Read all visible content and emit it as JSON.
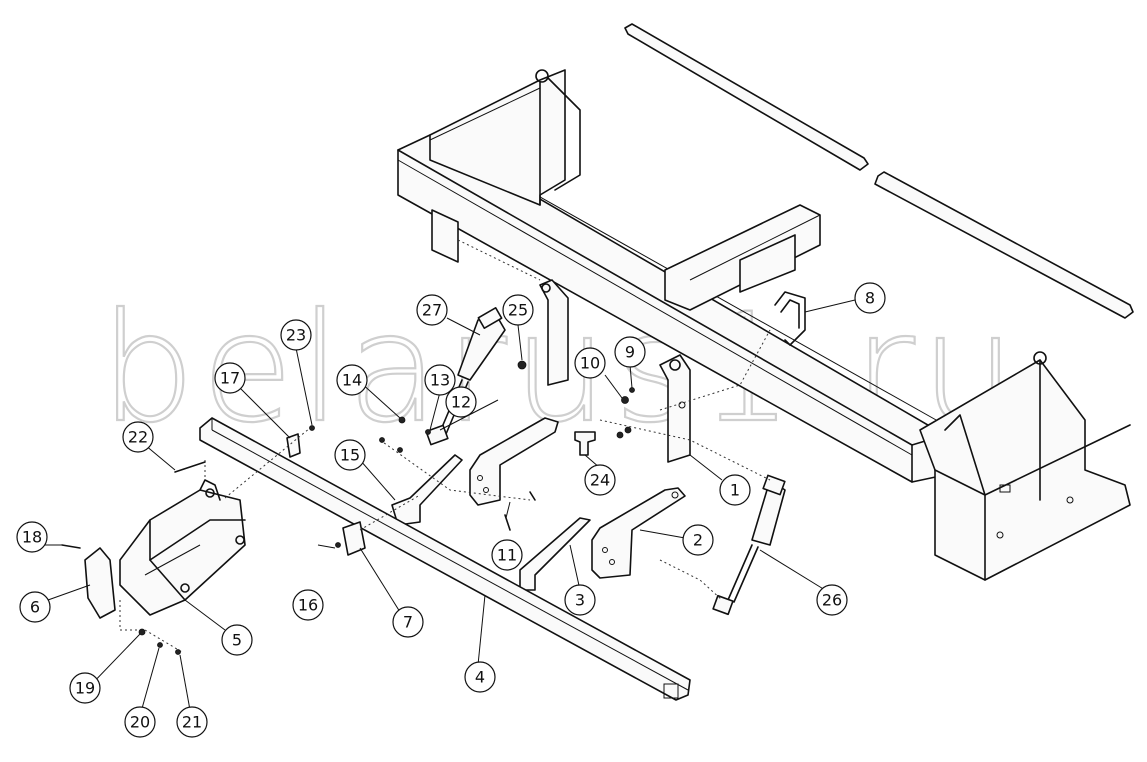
{
  "watermark": "belarus1.ru",
  "callouts": [
    {
      "id": "1",
      "label": "1"
    },
    {
      "id": "2",
      "label": "2"
    },
    {
      "id": "3",
      "label": "3"
    },
    {
      "id": "4",
      "label": "4"
    },
    {
      "id": "5",
      "label": "5"
    },
    {
      "id": "6",
      "label": "6"
    },
    {
      "id": "7",
      "label": "7"
    },
    {
      "id": "8",
      "label": "8"
    },
    {
      "id": "9",
      "label": "9"
    },
    {
      "id": "10",
      "label": "10"
    },
    {
      "id": "11",
      "label": "11"
    },
    {
      "id": "12",
      "label": "12"
    },
    {
      "id": "13",
      "label": "13"
    },
    {
      "id": "14",
      "label": "14"
    },
    {
      "id": "15",
      "label": "15"
    },
    {
      "id": "16",
      "label": "16"
    },
    {
      "id": "17",
      "label": "17"
    },
    {
      "id": "18",
      "label": "18"
    },
    {
      "id": "19",
      "label": "19"
    },
    {
      "id": "20",
      "label": "20"
    },
    {
      "id": "21",
      "label": "21"
    },
    {
      "id": "22",
      "label": "22"
    },
    {
      "id": "23",
      "label": "23"
    },
    {
      "id": "24",
      "label": "24"
    },
    {
      "id": "25",
      "label": "25"
    },
    {
      "id": "26",
      "label": "26"
    },
    {
      "id": "27",
      "label": "27"
    }
  ]
}
